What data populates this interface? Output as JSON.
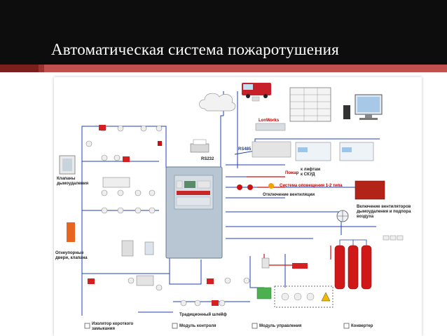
{
  "slide": {
    "title": "Автоматическая система пожаротушения",
    "colors": {
      "title_bar": "#0d0d0d",
      "accent": "#c0504d",
      "accent_dark": "#7a1f1c"
    }
  },
  "diagram": {
    "labels": {
      "valves_smoke": "Клапаны\nдымоудаления",
      "fireproof": "Огнеупорные\nдвери, клапана",
      "lonworks": "LonWorks",
      "rs485": "RS485",
      "rs232": "RS232",
      "fire_line_a": "Пожар",
      "fire_line_b": "к лифтам\nк СКУД",
      "alarm_system": "Система оповещения 1-2 типа",
      "vent_off": "Отключение вентиляции",
      "fans_on": "Включение вентиляторов\nдымоудаления и подпора\nвоздуха",
      "loop": "Традиционный шлейф",
      "legend_isolator": "Изолятор короткого\nзамыкания",
      "legend_control_module": "Модуль контроля",
      "legend_mgmt_module": "Модуль управления",
      "legend_converter": "Конвертер"
    },
    "icons": [
      "fire-truck-icon",
      "cloud-icon",
      "server-rack-icon",
      "computer-monitor-icon",
      "printer-icon",
      "control-panel-icon",
      "smoke-detector-icon",
      "siren-icon",
      "gas-cylinder-icon",
      "fan-icon",
      "valve-icon",
      "manual-call-point-icon",
      "warning-sign-icon"
    ],
    "colors": {
      "bus_line": "#1f3fb0",
      "red_line": "#cc1010",
      "device_red": "#d42020",
      "panel": "#b8c6d4"
    }
  }
}
